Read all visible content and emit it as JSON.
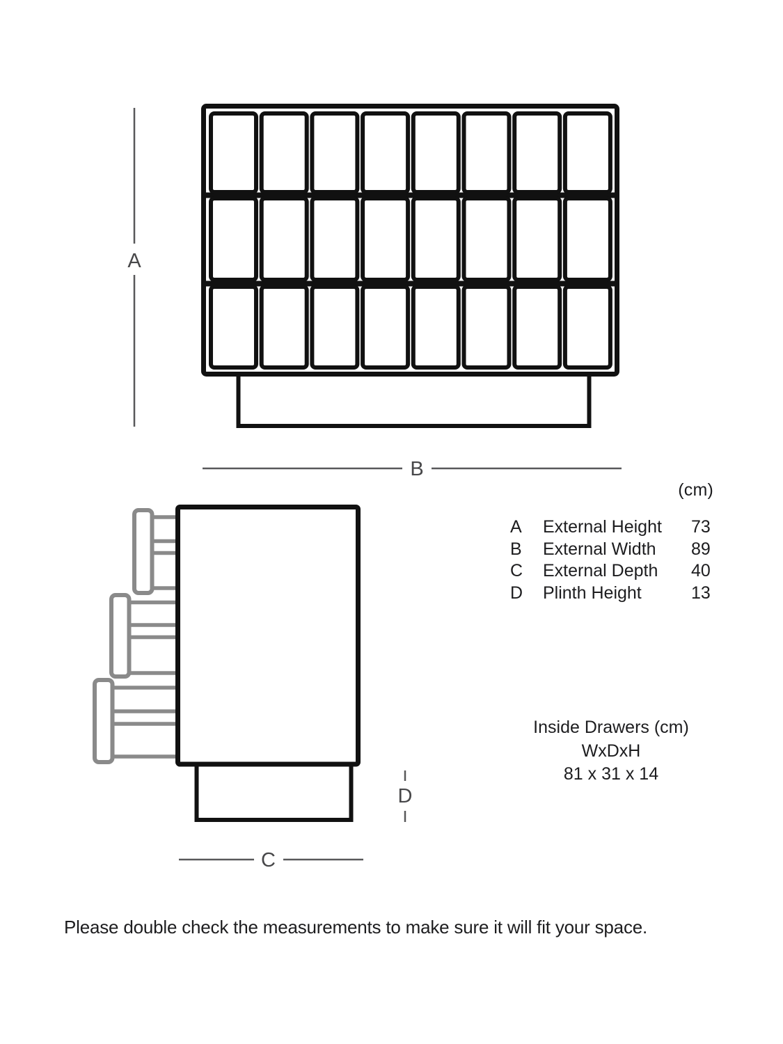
{
  "units_header": "(cm)",
  "dimension_table": {
    "rows": [
      {
        "letter": "A",
        "label": "External Height",
        "value": "73"
      },
      {
        "letter": "B",
        "label": "External Width",
        "value": "89"
      },
      {
        "letter": "C",
        "label": "External Depth",
        "value": "40"
      },
      {
        "letter": "D",
        "label": "Plinth Height",
        "value": "13"
      }
    ]
  },
  "inside_drawers": {
    "title": "Inside Drawers (cm)",
    "dims_format": "WxDxH",
    "dims_value": "81 x 31 x 14"
  },
  "disclaimer": "Please double check the measurements to make sure it will fit your space.",
  "front_view": {
    "grid_rows": 3,
    "grid_columns": 8
  },
  "side_view": {
    "drawer_count": 3
  },
  "colors": {
    "outline": "#111111",
    "drawer_gray": "#8a8a8a",
    "dimension_line": "#58585a",
    "text": "#1d1d1f",
    "background": "#ffffff"
  }
}
